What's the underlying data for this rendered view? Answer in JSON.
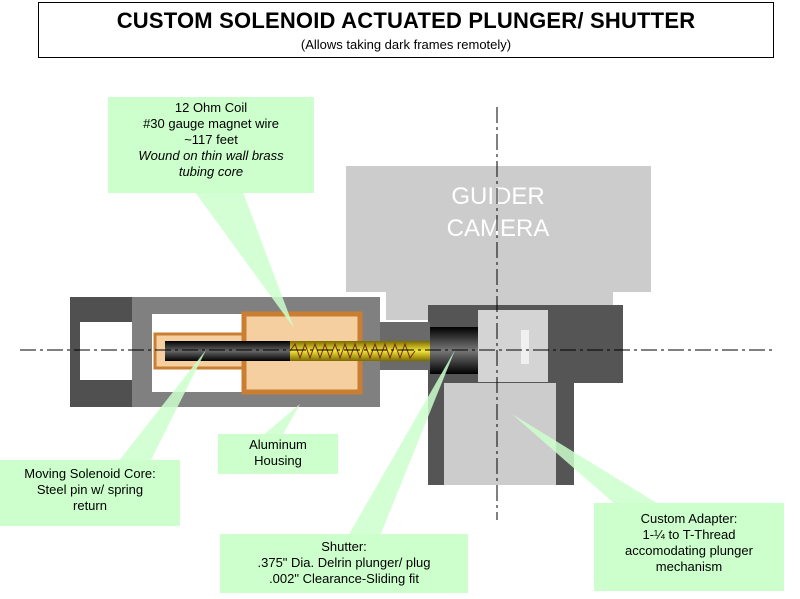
{
  "title": "CUSTOM SOLENOID ACTUATED PLUNGER/ SHUTTER",
  "subtitle": "(Allows taking dark frames remotely)",
  "camera_label": [
    "GUIDER",
    "CAMERA"
  ],
  "callouts": {
    "coil": [
      "12 Ohm Coil",
      "#30 gauge magnet wire",
      "~117 feet",
      "Wound on thin wall brass",
      "tubing core"
    ],
    "housing": [
      "Aluminum",
      "Housing"
    ],
    "core": [
      "Moving Solenoid Core:",
      "Steel pin w/ spring",
      "return"
    ],
    "shutter": [
      "Shutter:",
      ".375\" Dia. Delrin plunger/ plug",
      ".002\" Clearance-Sliding fit"
    ],
    "adapter": [
      "Custom Adapter:",
      "1-¼ to T-Thread",
      "accomodating plunger",
      "mechanism"
    ]
  },
  "colors": {
    "callout_bg": "#ccffcc",
    "leader": "#ccffcc",
    "housing_gray": "#808080",
    "dark_gray": "#505050",
    "camera_gray": "#cccccc",
    "coil_tan": "#f5cfa0",
    "brass": "#c97e32",
    "spring": "#c2b300",
    "core": "#1a1a1a"
  }
}
